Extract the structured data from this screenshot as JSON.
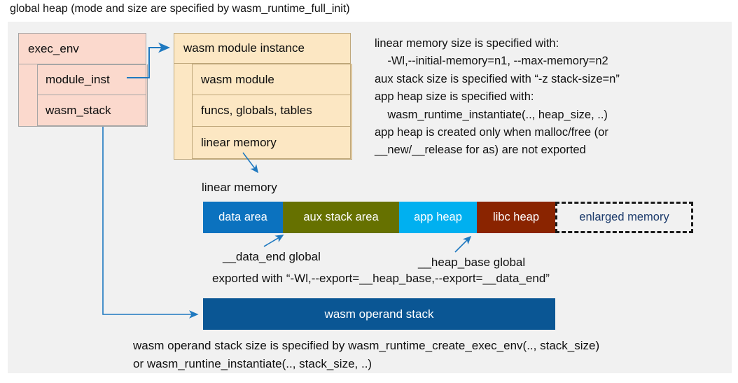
{
  "title": "global heap (mode and size are specified by wasm_runtime_full_init)",
  "exec_env": {
    "header": "exec_env",
    "rows": [
      {
        "label": "module_inst"
      },
      {
        "label": "wasm_stack"
      }
    ]
  },
  "module_instance": {
    "header": "wasm module instance",
    "rows": [
      {
        "label": "wasm module"
      },
      {
        "label": "funcs, globals, tables"
      },
      {
        "label": "linear memory"
      }
    ]
  },
  "description": "linear memory size is specified with:\n    -Wl,--initial-memory=n1, --max-memory=n2\naux stack size is specified with “-z stack-size=n”\napp heap size is specified with:\n    wasm_runtime_instantiate(.., heap_size, ..)\napp heap is created only when malloc/free (or\n__new/__release for as) are not exported",
  "linear_memory": {
    "caption": "linear memory",
    "segments": [
      {
        "label": "data area",
        "color": "#0b72bf",
        "text_color": "#ffffff"
      },
      {
        "label": "aux stack area",
        "color": "#667100",
        "text_color": "#ffffff"
      },
      {
        "label": "app heap",
        "color": "#00b0f0",
        "text_color": "#ffffff"
      },
      {
        "label": "libc heap",
        "color": "#8a2400",
        "text_color": "#ffffff"
      },
      {
        "label": "enlarged memory",
        "color": "#f1f1f1",
        "text_color": "#1b3a6b"
      }
    ]
  },
  "annotations": {
    "data_end": "__data_end global",
    "heap_base": "__heap_base global",
    "exported": "exported with “-Wl,--export=__heap_base,--export=__data_end”"
  },
  "operand_stack": {
    "label": "wasm operand stack",
    "color": "#0a5694"
  },
  "bottom_note": "wasm operand stack size is specified by wasm_runtime_create_exec_env(.., stack_size)\nor wasm_runtine_instantiate(.., stack_size, ..)",
  "colors": {
    "panel_background": "#f1f1f1",
    "exec_env_fill": "#fbd9cd",
    "module_instance_fill": "#fce7c3",
    "arrow": "#1f79c0"
  }
}
